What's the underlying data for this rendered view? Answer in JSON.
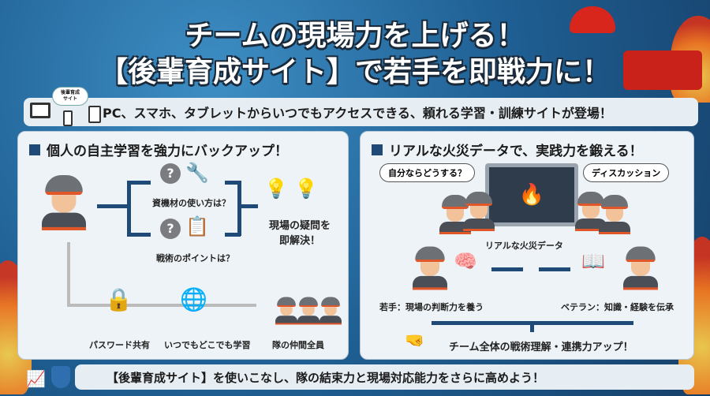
{
  "title": {
    "line1": "チームの現場力を上げる！",
    "line2": "【後輩育成サイト】で若手を即戦力に！"
  },
  "banner": {
    "cloud_label": "後輩育成\nサイト",
    "text": "PC、スマホ、タブレットからいつでもアクセスできる、頼れる学習・訓練サイトが登場！"
  },
  "left": {
    "heading": "個人の自主学習を強力にバックアップ！",
    "q1": "資機材の使い方は？",
    "q2": "戦術のポイントは？",
    "result": "現場の疑問を\n即解決！",
    "features": [
      "パスワード共有",
      "いつでもどこでも学習",
      "隊の仲間全員"
    ]
  },
  "right": {
    "heading": "リアルな火災データで、実践力を鍛える！",
    "bubble_left": "自分ならどうする？",
    "bubble_right": "ディスカッション",
    "data_label": "リアルな火災データ",
    "young": "若手：現場の判断力を養う",
    "veteran": "ベテラン：知識・経験を伝承",
    "result": "チーム全体の戦術理解・連携力アップ！"
  },
  "footer": {
    "text": "【後輩育成サイト】を使いこなし、隊の結束力と現場対応能力をさらに高めよう！"
  }
}
